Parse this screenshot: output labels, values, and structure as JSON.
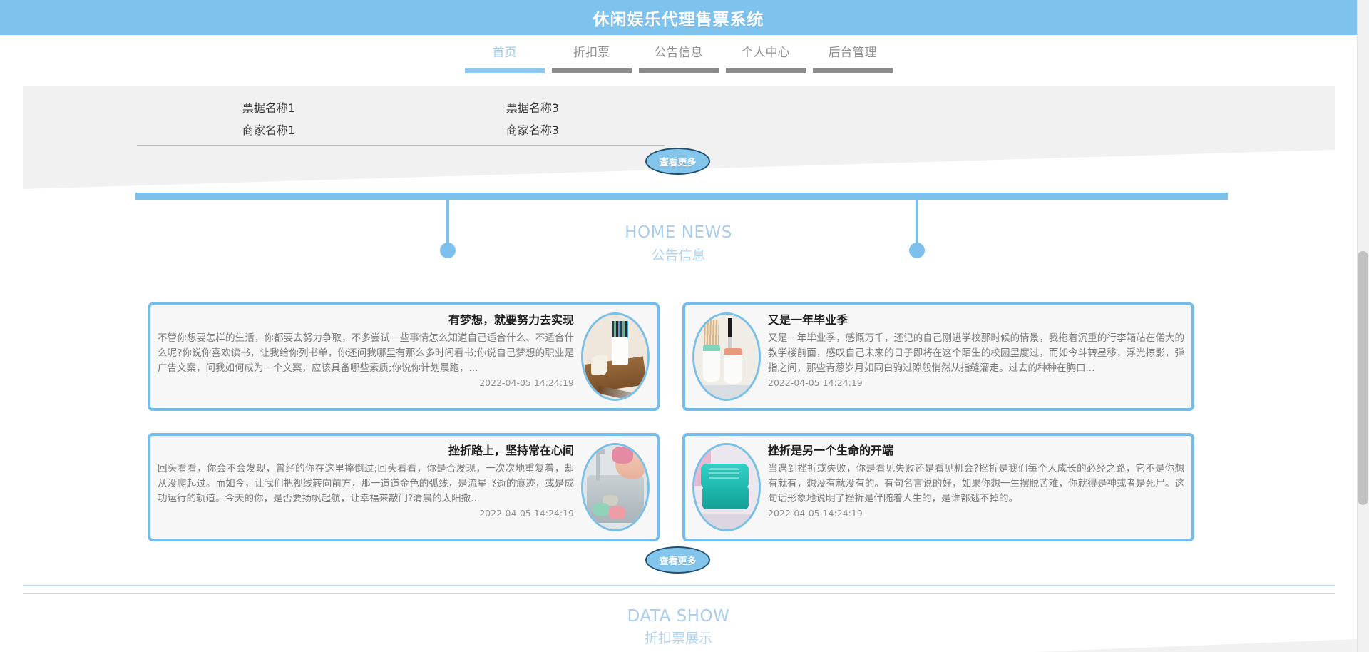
{
  "header": {
    "title": "休闲娱乐代理售票系统",
    "bg_color": "#7ec2ee"
  },
  "nav": {
    "items": [
      {
        "label": "首页",
        "active": true
      },
      {
        "label": "折扣票",
        "active": false
      },
      {
        "label": "公告信息",
        "active": false
      },
      {
        "label": "个人中心",
        "active": false
      },
      {
        "label": "后台管理",
        "active": false
      }
    ],
    "active_color": "#9ecdf0",
    "inactive_color": "#8f8f8f"
  },
  "tickets": {
    "items": [
      {
        "name": "票据名称1",
        "shop": "商家名称1"
      },
      {
        "name": "票据名称3",
        "shop": "商家名称3"
      }
    ],
    "more_label": "查看更多"
  },
  "news": {
    "title_en": "HOME NEWS",
    "title_cn": "公告信息",
    "more_label": "查看更多",
    "accent_color": "#7cc0ec",
    "cards": [
      {
        "title": "有梦想，就要努力去实现",
        "desc": "不管你想要怎样的生活，你都要去努力争取，不多尝试一些事情怎么知道自己适合什么、不适合什么呢?你说你喜欢读书，让我给你列书单，你还问我哪里有那么多时间看书;你说自己梦想的职业是广告文案，问我如何成为一个文案，应该具备哪些素质;你说你计划晨跑，...",
        "time": "2022-04-05 14:24:19",
        "image": "desk-organizer-photo",
        "image_side": "right"
      },
      {
        "title": "又是一年毕业季",
        "desc": "又是一年毕业季，感慨万千，还记的自己刚进学校那时候的情景，我拖着沉重的行李箱站在偌大的教学楼前面，感叹自己未来的日子即将在这个陌生的校园里度过，而如今斗转星移，浮光掠影，弹指之间，那些青葱岁月如同白驹过隙般悄然从指缝溜走。过去的种种在胸口...",
        "time": "2022-04-05 14:24:19",
        "image": "pen-holder-photo",
        "image_side": "left"
      },
      {
        "title": "挫折路上，坚持常在心间",
        "desc": "回头看看，你会不会发现，曾经的你在这里摔倒过;回头看看，你是否发现，一次次地重复着，却从没爬起过。而如今，让我们把视线转向前方，那一道道金色的弧线，是流星飞逝的痕迹，或是成功运行的轨道。今天的你，是否要扬帆起航，让幸福来敲门?清晨的太阳撒...",
        "time": "2022-04-05 14:24:19",
        "image": "kitchen-sponge-photo",
        "image_side": "right"
      },
      {
        "title": "挫折是另一个生命的开端",
        "desc": "当遇到挫折或失败，你是看见失败还是看见机会?挫折是我们每个人成长的必经之路，它不是你想有就有，想没有就没有的。有句名言说的好，如果你想一生摆脱苦难，你就得是神或者是死尸。这句话形象地说明了挫折是伴随着人生的，是谁都逃不掉的。",
        "time": "2022-04-05 14:24:19",
        "image": "storage-box-photo",
        "image_side": "left"
      }
    ]
  },
  "data_show": {
    "title_en": "DATA SHOW",
    "title_cn": "折扣票展示"
  }
}
